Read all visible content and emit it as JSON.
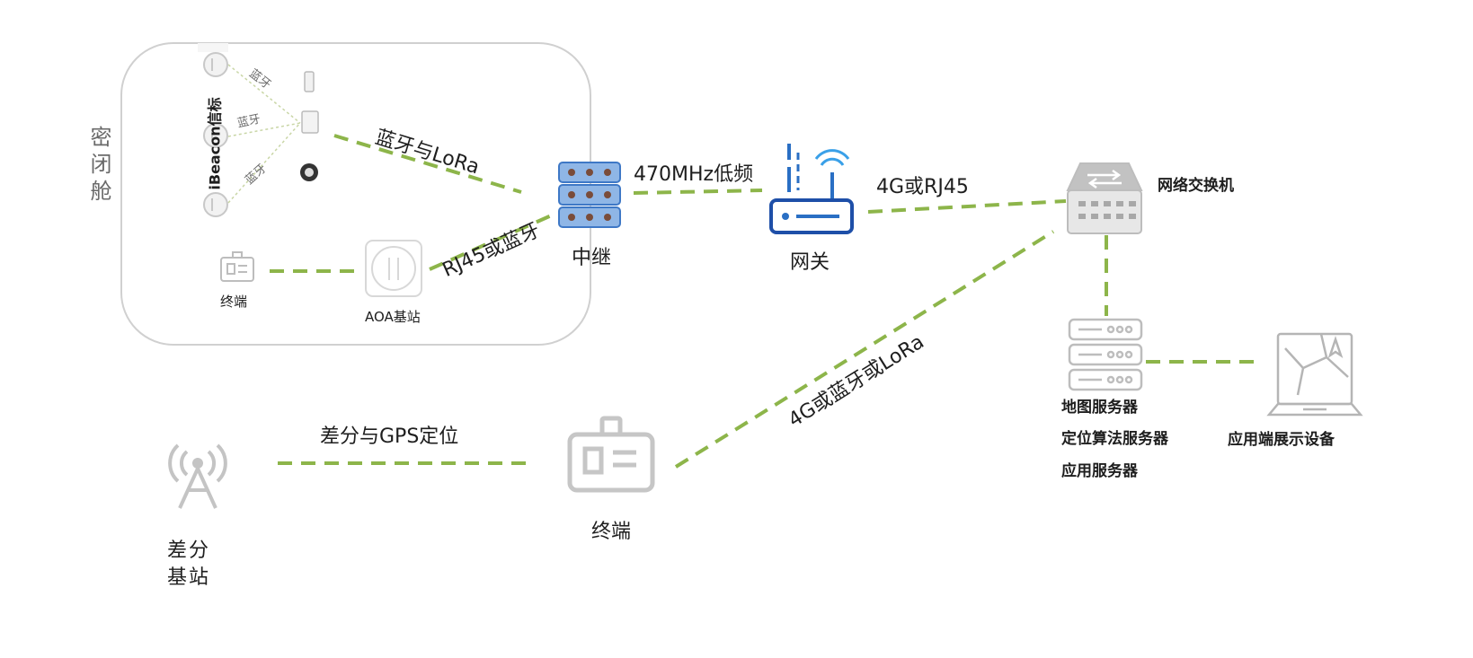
{
  "enclosure": {
    "label": "密闭舱"
  },
  "ibeacon": {
    "label": "iBeacon信标",
    "link_labels": [
      "蓝牙",
      "蓝牙",
      "蓝牙"
    ]
  },
  "links": {
    "bt_lora": "蓝牙与LoRa",
    "rj45_bt": "RJ45或蓝牙",
    "mhz470": "470MHz低频",
    "g4_rj45": "4G或RJ45",
    "g4_bt_lora": "4G或蓝牙或LoRa",
    "diff_gps": "差分与GPS定位"
  },
  "nodes": {
    "relay": "中继",
    "gateway": "网关",
    "switch": "网络交换机",
    "terminal_inside": "终端",
    "aoa": "AOA基站",
    "terminal_outside": "终端",
    "diff_station": "差分基站",
    "servers": [
      "地图服务器",
      "定位算法服务器",
      "应用服务器"
    ],
    "display": "应用端展示设备"
  },
  "colors": {
    "link": "#8db54a",
    "accent_blue": "#2a6fc4",
    "relay_fill": "#8fb6e6",
    "icon_grey": "#b5b5b5"
  },
  "icons": [
    "beacon-icon",
    "relay-icon",
    "router-icon",
    "switch-icon",
    "server-icon",
    "laptop-icon",
    "badge-icon",
    "antenna-tower-icon",
    "aoa-icon",
    "tag-icon"
  ]
}
